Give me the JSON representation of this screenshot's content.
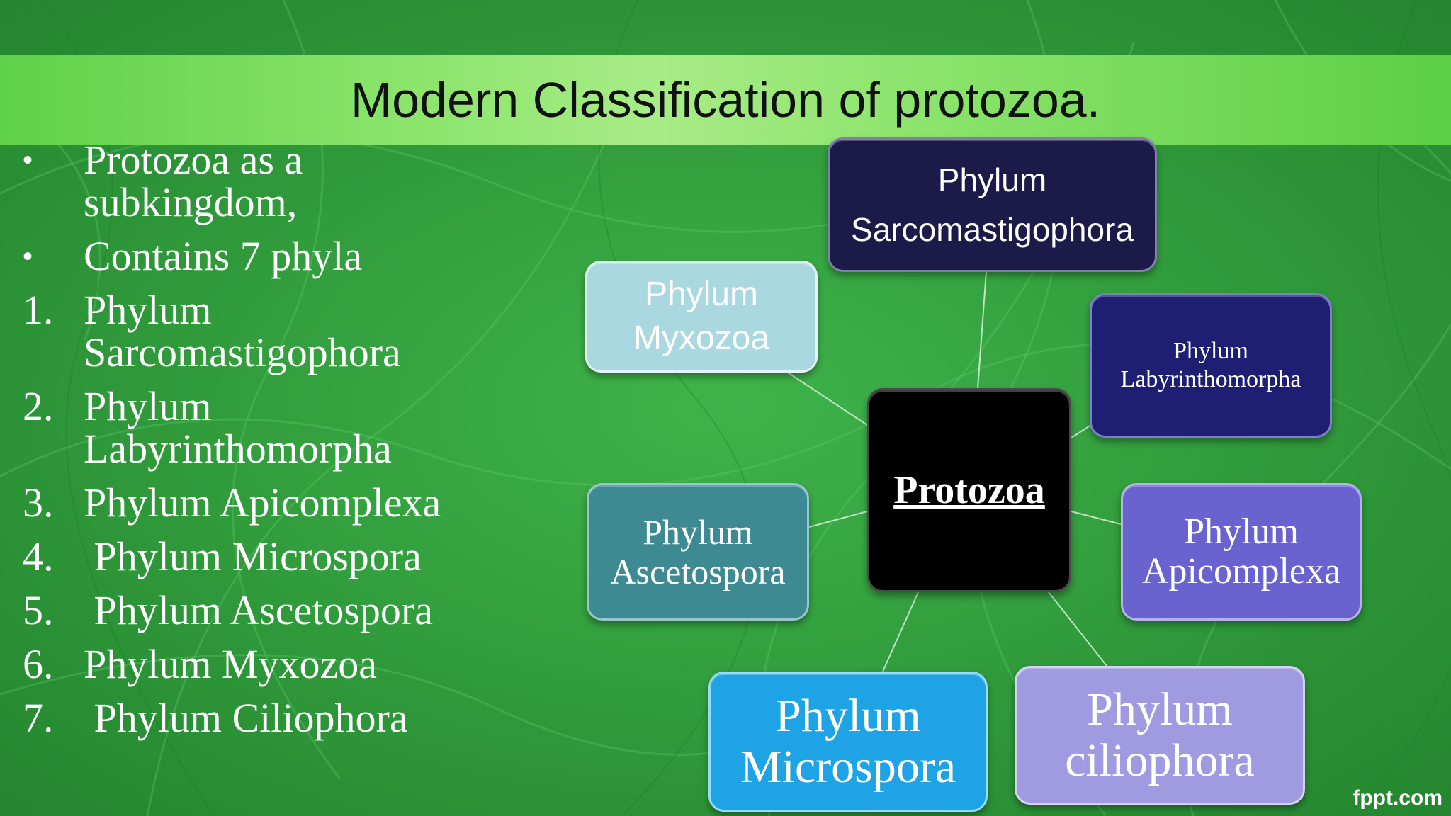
{
  "slide": {
    "title": "Modern Classification of protozoa.",
    "bullets": [
      {
        "marker": "•",
        "text": " Protozoa as a\nsubkingdom,"
      },
      {
        "marker": "•",
        "text": "Contains 7 phyla"
      }
    ],
    "numbered": [
      {
        "marker": "1.",
        "text": " Phylum\nSarcomastigophora"
      },
      {
        "marker": "2.",
        "text": " Phylum\nLabyrinthomorpha"
      },
      {
        "marker": "3.",
        "text": "Phylum Apicomplexa"
      },
      {
        "marker": "4.",
        "text": " Phylum Microspora"
      },
      {
        "marker": "5.",
        "text": " Phylum Ascetospora"
      },
      {
        "marker": "6.",
        "text": "Phylum Myxozoa"
      },
      {
        "marker": "7.",
        "text": " Phylum Ciliophora"
      }
    ],
    "footer": "fppt.com"
  },
  "diagram": {
    "center": "Protozoa",
    "nodes": {
      "sarcomastigophora": "Phylum\nSarcomastigophora",
      "myxozoa": "Phylum\nMyxozoa",
      "labyrinthomorpha": "Phylum\nLabyrinthomorpha",
      "ascetospora": "Phylum\nAscetospora",
      "apicomplexa": "Phylum\nApicomplexa",
      "microspora": "Phylum\nMicrospora",
      "ciliophora": "Phylum\nciliophora"
    },
    "colors": {
      "sarcomastigophora": "#1b1a48",
      "myxozoa": "#a9d8e0",
      "labyrinthomorpha": "#1e1f72",
      "center": "#000000",
      "ascetospora": "#3d8a93",
      "apicomplexa": "#6a63cf",
      "microspora": "#1ea4e6",
      "ciliophora": "#a09ae0"
    }
  }
}
